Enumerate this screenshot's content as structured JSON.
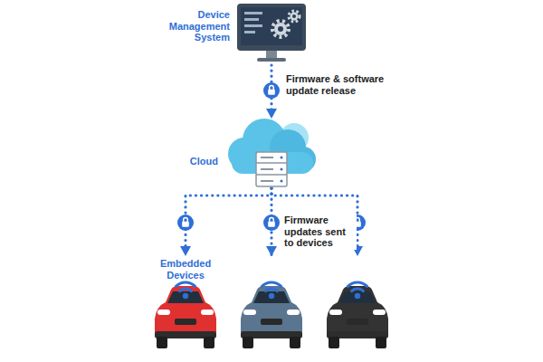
{
  "diagram": {
    "nodes": [
      {
        "text": [
          "Device Management System"
        ]
      },
      {
        "text": [
          "Cloud"
        ]
      },
      {
        "text": [
          "Embedded Devices"
        ]
      },
      {
        "text": []
      },
      {
        "text": []
      }
    ],
    "edges": [
      {
        "from": 0,
        "to": 1,
        "label": "Firmware & software update release",
        "arrow": "to"
      },
      {
        "from": 1,
        "to": 2,
        "arrow": "to"
      },
      {
        "from": 1,
        "to": 3,
        "label": "Firmware updates sent to devices",
        "arrow": "to"
      },
      {
        "from": 1,
        "to": 4,
        "arrow": "to"
      }
    ]
  }
}
